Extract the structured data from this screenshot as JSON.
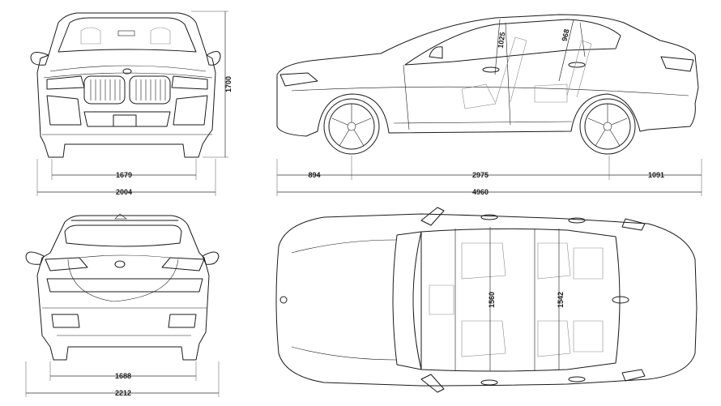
{
  "dimensions": {
    "front_track": "1679",
    "front_width": "2004",
    "height": "1700",
    "front_overhang": "894",
    "wheelbase": "2975",
    "rear_overhang": "1091",
    "length": "4960",
    "front_headroom": "1025",
    "rear_headroom": "968",
    "rear_track": "1688",
    "width_mirrors": "2212",
    "front_shoulder": "1560",
    "rear_shoulder": "1542"
  },
  "colors": {
    "line": "#1a1a1a",
    "interior": "#8a8a8a"
  }
}
